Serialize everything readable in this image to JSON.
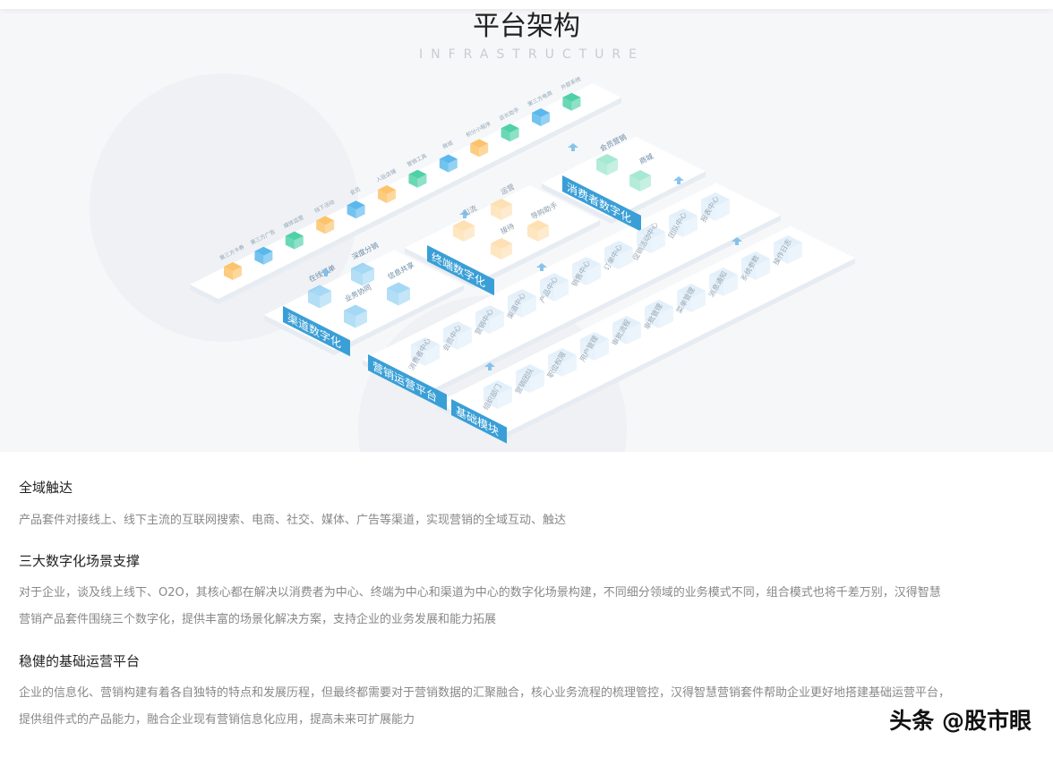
{
  "header": {
    "title": "平台架构",
    "subtitle": "INFRASTRUCTURE"
  },
  "diagram": {
    "top_row": [
      "第三方卡券",
      "第三方广告",
      "媒体运营",
      "线下活动",
      "会员",
      "入驻店铺",
      "营销工具",
      "商城",
      "积分小程序",
      "店长助手",
      "第三方电商",
      "外部系统"
    ],
    "channel": {
      "label": "渠道数字化",
      "items": [
        "在线订单",
        "深度分销",
        "信息共享",
        "业务协同"
      ]
    },
    "terminal": {
      "label": "终端数字化",
      "items": [
        "引流",
        "运营",
        "导购助手",
        "接待"
      ]
    },
    "consumer": {
      "label": "消费者数字化",
      "items": [
        "会员营销",
        "商城"
      ]
    },
    "platform": {
      "label": "营销运营平台",
      "items": [
        "消费者中心",
        "会员中心",
        "营销中心",
        "渠道中心",
        "产品中心",
        "销售中心",
        "订单中心",
        "促销活动中心",
        "团队中心",
        "报表中心"
      ]
    },
    "base": {
      "label": "基础模块",
      "items": [
        "组织部门",
        "营销团队",
        "职位权限",
        "用户管理",
        "审批流程",
        "审批管理",
        "菜单管理",
        "消息通知",
        "系统参数",
        "操作日志"
      ]
    },
    "colors": {
      "blue": "#5bb8ec",
      "orange": "#fcc36a",
      "green": "#4fd1a7",
      "label_bg": "#3a9fd6",
      "pale": "#e3f0fa"
    }
  },
  "sections": [
    {
      "heading": "全域触达",
      "body": [
        "产品套件对接线上、线下主流的互联网搜索、电商、社交、媒体、广告等渠道，实现营销的全域互动、触达"
      ]
    },
    {
      "heading": "三大数字化场景支撑",
      "body": [
        "对于企业，谈及线上线下、O2O，其核心都在解决以消费者为中心、终端为中心和渠道为中心的数字化场景构建，不同细分领域的业务模式不同，组合模式也将千差万别，汉得智慧",
        "营销产品套件围绕三个数字化，提供丰富的场景化解决方案，支持企业的业务发展和能力拓展"
      ]
    },
    {
      "heading": "稳健的基础运营平台",
      "body": [
        "企业的信息化、营销构建有着各自独特的特点和发展历程，但最终都需要对于营销数据的汇聚融合，核心业务流程的梳理管控，汉得智慧营销套件帮助企业更好地搭建基础运营平台，",
        "提供组件式的产品能力，融合企业现有营销信息化应用，提高未来可扩展能力"
      ]
    }
  ],
  "watermark": "头条 @股市眼"
}
